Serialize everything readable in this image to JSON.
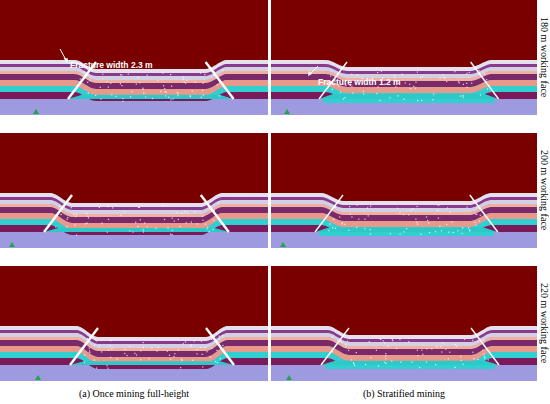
{
  "diagram": {
    "labels": [
      "180 m working face",
      "Fracture width 2.3 m",
      "Fracture width 1.2 m",
      "200 m working face",
      "220 m working face",
      "(a) Once mining full-height",
      "(b) Stratified mining"
    ]
  }
}
